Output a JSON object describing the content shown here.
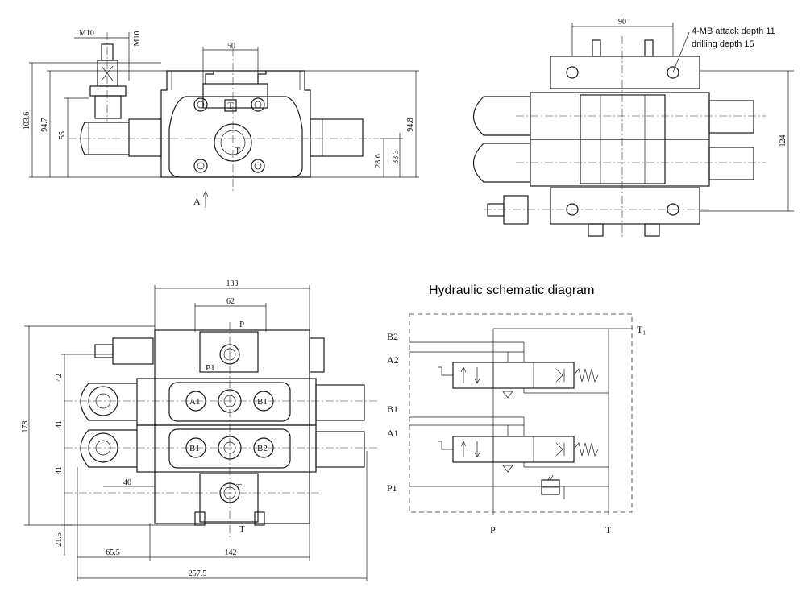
{
  "schematic_title": "Hydraulic schematic diagram",
  "note": {
    "line1": "4-MB attack depth 11",
    "line2": "drilling depth 15"
  },
  "view_arrow": "A",
  "front_view": {
    "dims": {
      "m10_h": "M10",
      "m10_v": "M10",
      "w50": "50",
      "h103_6": "103.6",
      "h94_7": "94.7",
      "h55": "55",
      "h94_8": "94.8",
      "h28_6": "28.6",
      "h33_3": "33.3"
    },
    "port_T_box": "T",
    "port_T": "T"
  },
  "top_view": {
    "dims": {
      "w90": "90",
      "h124": "124"
    }
  },
  "side_view": {
    "dims": {
      "w133": "133",
      "w62": "62",
      "h178": "178",
      "h42": "42",
      "h41a": "41",
      "h41b": "41",
      "h21_5": "21.5",
      "w40": "40",
      "w65_5": "65.5",
      "w142": "142",
      "w257_5": "257.5"
    },
    "ports": {
      "P": "P",
      "P1": "P1",
      "A1": "A1",
      "B1_top": "B1",
      "B1_bot": "B1",
      "B2": "B2",
      "T1": "T₁",
      "T": "T"
    }
  },
  "schematic": {
    "labels": {
      "B2": "B2",
      "A2": "A2",
      "B1": "B1",
      "A1": "A1",
      "P1": "P1",
      "P": "P",
      "T": "T",
      "T1": "T₁"
    }
  }
}
